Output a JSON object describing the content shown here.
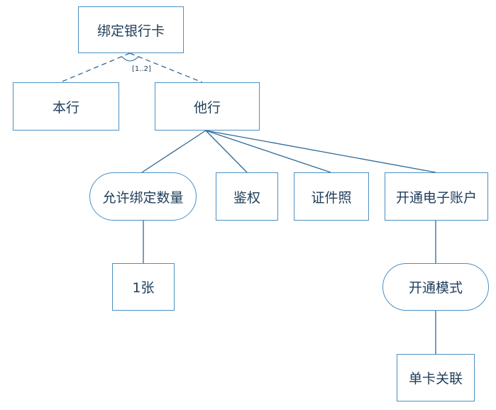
{
  "diagram": {
    "nodes": {
      "root": "绑定银行卡",
      "own_bank": "本行",
      "other_bank": "他行",
      "allowed_count": "允许绑定数量",
      "auth": "鉴权",
      "id_photo": "证件照",
      "open_eaccount": "开通电子账户",
      "one_card": "1张",
      "open_mode": "开通模式",
      "single_card_link": "单卡关联"
    },
    "multiplicity": "[1..2]",
    "line_color": "#2d6a96",
    "border_color": "#4a90c4",
    "text_color": "#1f3d5a"
  }
}
